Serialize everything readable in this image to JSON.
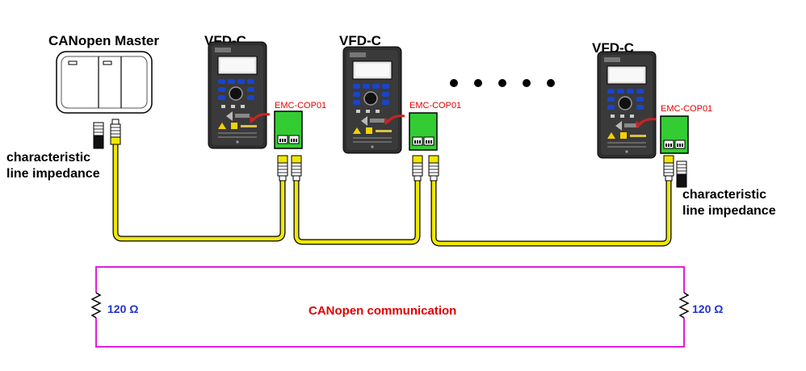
{
  "master": {
    "title": "CANopen Master"
  },
  "drives": [
    {
      "title": "VFD-C",
      "module": "EMC-COP01"
    },
    {
      "title": "VFD-C",
      "module": "EMC-COP01"
    },
    {
      "title": "VFD-C",
      "module": "EMC-COP01"
    }
  ],
  "terminations": {
    "left": {
      "line1": "characteristic",
      "line2": "line impedance"
    },
    "right": {
      "line1": "characteristic",
      "line2": "line impedance"
    }
  },
  "bus": {
    "label": "CANopen communication",
    "resistor_left": "120 Ω",
    "resistor_right": "120 Ω"
  },
  "colors": {
    "cable": "#f0e800",
    "bus_line": "#e020e0",
    "module": "#33cc33",
    "module_label": "#e10000",
    "resistor_label": "#2233cc",
    "bus_label": "#e00000"
  }
}
